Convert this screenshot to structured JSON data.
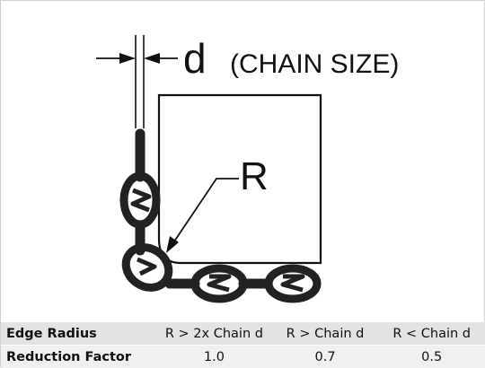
{
  "diagram": {
    "dimension_label": "d",
    "dimension_note": "(CHAIN SIZE)",
    "radius_label": "R",
    "colors": {
      "ink": "#111111",
      "chain_link": "#222222",
      "table_header_bg": "#e3e3e3",
      "table_row_bg": "#f0f0f0"
    }
  },
  "table": {
    "rows": [
      {
        "label": "Edge Radius",
        "values": [
          "R > 2x Chain d",
          "R > Chain d",
          "R < Chain d"
        ]
      },
      {
        "label": "Reduction Factor",
        "values": [
          "1.0",
          "0.7",
          "0.5"
        ]
      }
    ]
  }
}
